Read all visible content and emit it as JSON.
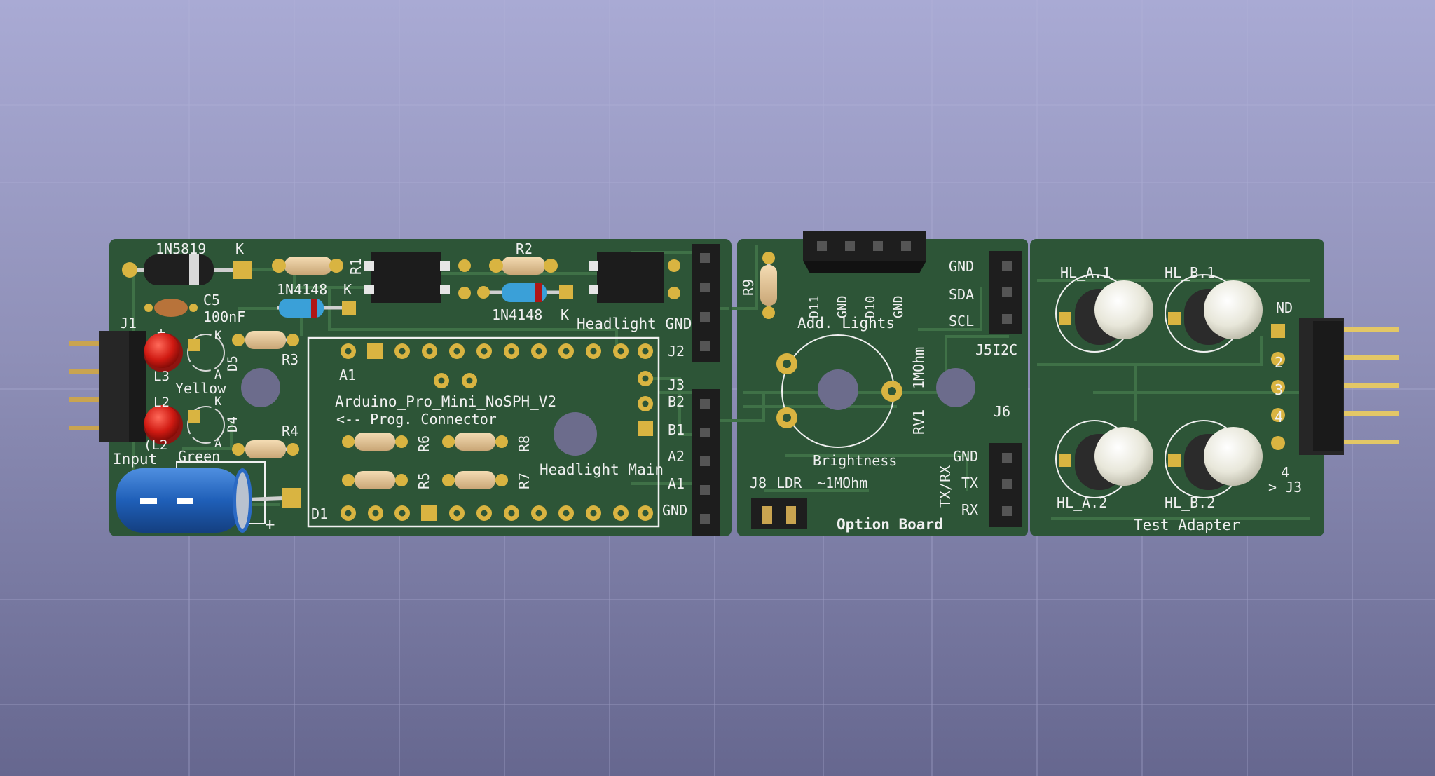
{
  "viewer": {
    "colors": {
      "background_top": "#a9aad4",
      "background_bottom": "#66678f",
      "board": "#2d5537",
      "trace": "#3f7147",
      "silkscreen": "#f0f0f0",
      "pad_gold": "#d9b441"
    }
  },
  "main_board": {
    "labels": {
      "diode_d_top": "1N5819",
      "diode_d_top_k": "K",
      "r1": "R1",
      "r2": "R2",
      "c5": "C5",
      "c5_value": "100nF",
      "j1": "J1",
      "plus": "+",
      "d_left_value": "1N4148",
      "d_left_k": "K",
      "d_right_value": "1N4148",
      "d_right_k": "K",
      "headlight_gnd": "Headlight GND",
      "j2": "J2",
      "j3": "J3",
      "r3": "R3",
      "r4": "R4",
      "l3": "L3",
      "l2": "L2",
      "d5": "D5",
      "d4": "D4",
      "led_k1": "K",
      "led_a1": "A",
      "led_k2": "K",
      "led_a2": "A",
      "yellow": "Yellow",
      "green": "Green",
      "input": "Input",
      "l2_paren": "(L2",
      "a1_ref": "A1",
      "arduino_name": "Arduino_Pro_Mini_NoSPH_V2",
      "prog_connector": "<-- Prog. Connector",
      "r5": "R5",
      "r6": "R6",
      "r7": "R7",
      "r8": "R8",
      "headlight_main": "Headlight Main",
      "d1": "D1",
      "pin_b2": "B2",
      "pin_b1": "B1",
      "pin_a2": "A2",
      "pin_a1": "A1",
      "pin_gnd": "GND",
      "cap_plus": "+"
    }
  },
  "option_board": {
    "labels": {
      "r9": "R9",
      "d11": "D11",
      "gnd1": "GND",
      "d10": "D10",
      "gnd2": "GND",
      "add_lights": "Add. Lights",
      "value_1mohm": "1MOhm",
      "rv1": "RV1",
      "brightness": "Brightness",
      "ldr_value": "~1MOhm",
      "j8": "J8",
      "ldr": "LDR",
      "title": "Option Board",
      "i2c_gnd": "GND",
      "i2c_sda": "SDA",
      "i2c_scl": "SCL",
      "j5i2c": "J5I2C",
      "j6": "J6",
      "txrx": "TX/RX",
      "ser_gnd": "GND",
      "ser_tx": "TX",
      "ser_rx": "RX"
    }
  },
  "test_adapter": {
    "labels": {
      "hl_a1": "HL_A.1",
      "hl_b1": "HL_B.1",
      "hl_a2": "HL_A.2",
      "hl_b2": "HL_B.2",
      "nd": "ND",
      "pin2": "2",
      "pin3": "3",
      "pin4": "4",
      "partial_4": "4",
      "to_j3": "> J3",
      "title": "Test Adapter"
    }
  }
}
